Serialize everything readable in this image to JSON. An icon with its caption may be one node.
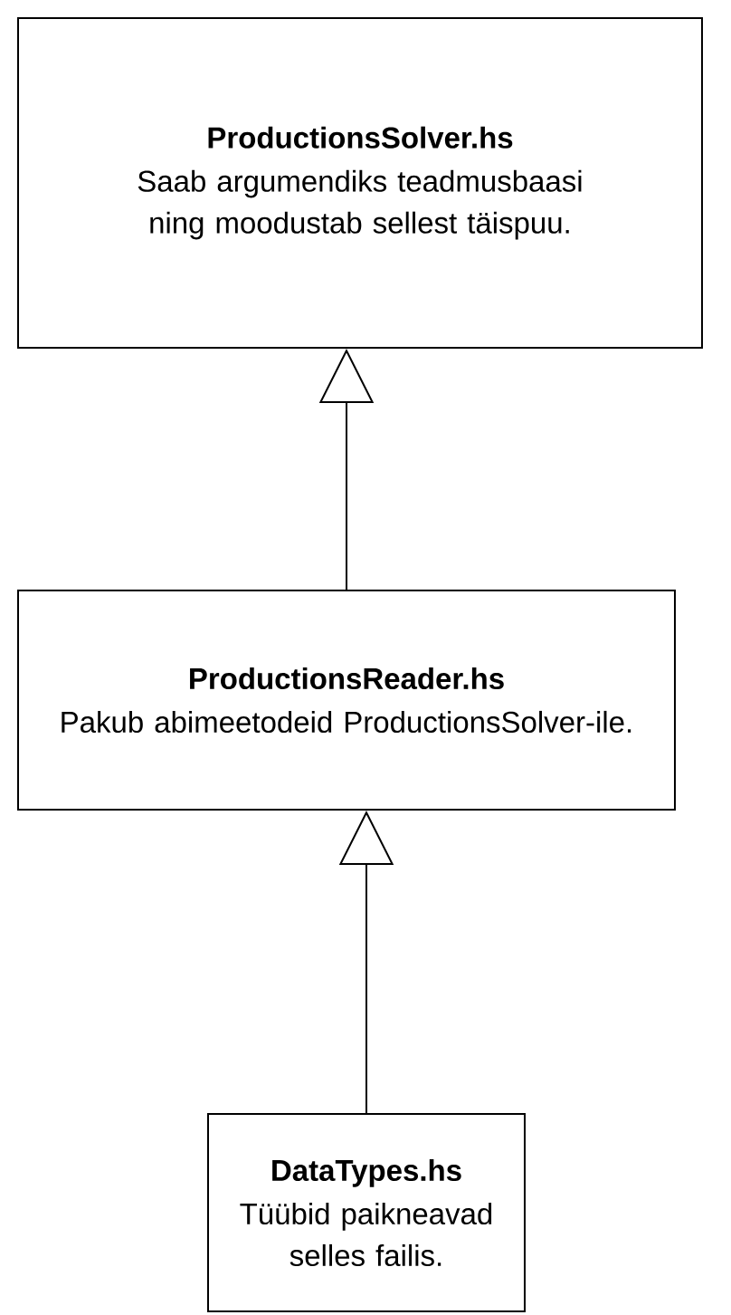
{
  "diagram": {
    "nodes": [
      {
        "text": [
          "ProductionsSolver.hs",
          "Saab argumendiks teadmusbaasi ning moodustab sellest täispuu."
        ]
      },
      {
        "text": [
          "ProductionsReader.hs",
          "Pakub abimeetodeid ProductionsSolver-ile."
        ]
      },
      {
        "text": [
          "DataTypes.hs",
          "Tüübid paikneavad selles failis."
        ]
      }
    ],
    "edges": [
      {
        "from": 1,
        "to": 0,
        "arrow": "to"
      },
      {
        "from": 2,
        "to": 1,
        "arrow": "to"
      }
    ]
  }
}
